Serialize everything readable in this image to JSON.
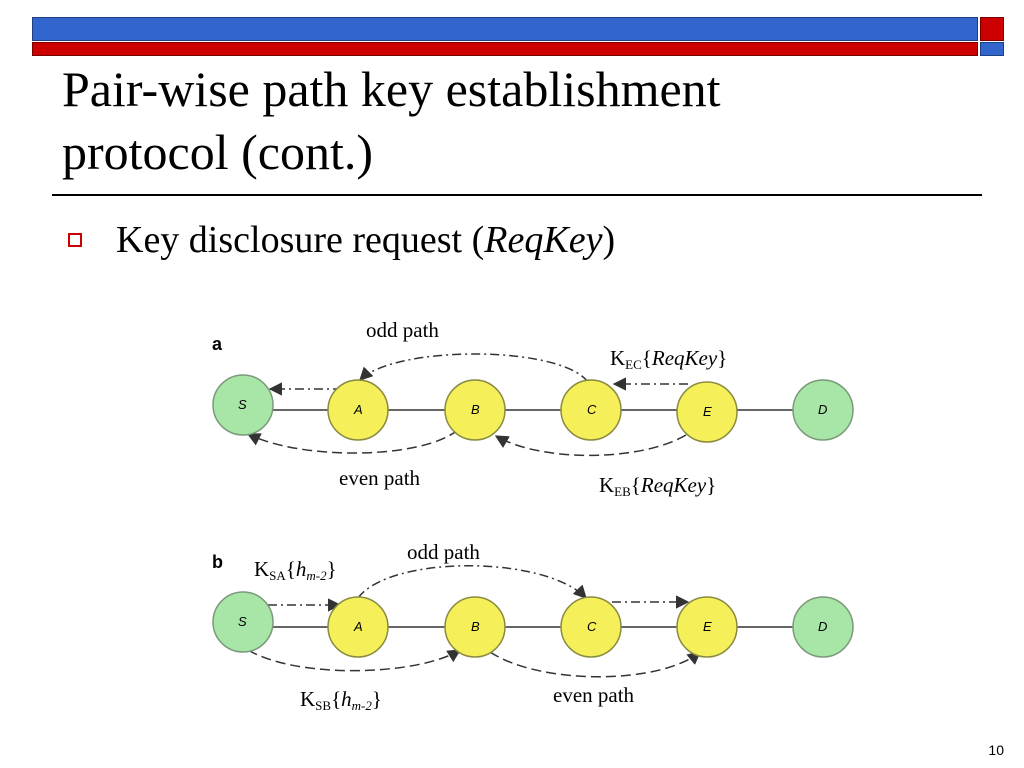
{
  "slide": {
    "title_line1": "Pair-wise path key establishment",
    "title_line2": "protocol (cont.)",
    "bullet_prefix": "Key disclosure request (",
    "bullet_term": "ReqKey",
    "bullet_suffix": ")",
    "page_number": "10"
  },
  "figure": {
    "panel_a": {
      "letter": "a",
      "odd_path": "odd path",
      "even_path": "even path",
      "label_top_k": "K",
      "label_top_sub": "EC",
      "label_top_open": "{",
      "label_top_msg": "ReqKey",
      "label_top_close": "}",
      "label_bottom_k": "K",
      "label_bottom_sub": "EB",
      "label_bottom_open": "{",
      "label_bottom_msg": "ReqKey",
      "label_bottom_close": "}",
      "nodes": [
        "S",
        "A",
        "B",
        "C",
        "E",
        "D"
      ]
    },
    "panel_b": {
      "letter": "b",
      "odd_path": "odd path",
      "even_path": "even path",
      "label_top_k": "K",
      "label_top_sub": "SA",
      "label_top_open": "{",
      "label_top_h": "h",
      "label_top_hsub": "m-2",
      "label_top_close": "}",
      "label_bottom_k": "K",
      "label_bottom_sub": "SB",
      "label_bottom_open": "{",
      "label_bottom_h": "h",
      "label_bottom_hsub": "m-2",
      "label_bottom_close": "}",
      "nodes": [
        "S",
        "A",
        "B",
        "C",
        "E",
        "D"
      ]
    }
  },
  "colors": {
    "bar_blue": "#3366cc",
    "bar_red": "#cc0000",
    "node_green": "#a8e6a8",
    "node_yellow": "#f5f05a"
  }
}
